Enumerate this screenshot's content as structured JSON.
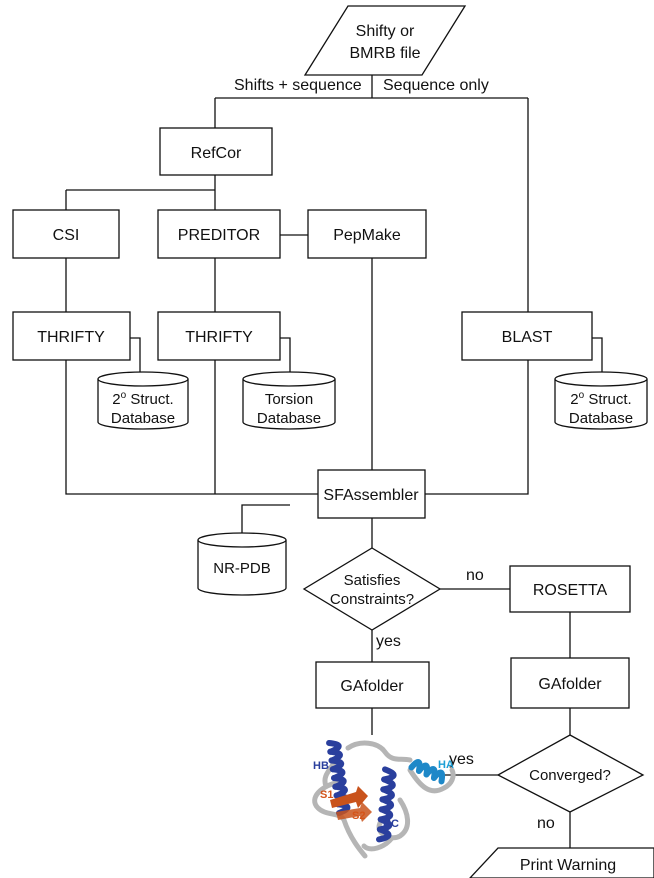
{
  "input": {
    "line1": "Shifty or",
    "line2": "BMRB file"
  },
  "edges": {
    "shifts_sequence": "Shifts + sequence",
    "sequence_only": "Sequence only",
    "no1": "no",
    "yes1": "yes",
    "yes2": "yes",
    "no2": "no"
  },
  "nodes": {
    "refcor": "RefCor",
    "csi": "CSI",
    "preditor": "PREDITOR",
    "pepmake": "PepMake",
    "thrifty1": "THRIFTY",
    "thrifty2": "THRIFTY",
    "blast": "BLAST",
    "sfassembler": "SFAssembler",
    "rosetta": "ROSETTA",
    "gafolder1": "GAfolder",
    "gafolder2": "GAfolder",
    "satisfies1": "Satisfies",
    "satisfies2": "Constraints?",
    "converged": "Converged?",
    "print_warning": "Print Warning"
  },
  "databases": {
    "db1_line1": "2",
    "db1_sup": "o",
    "db1_line1b": " Struct.",
    "db1_line2": "Database",
    "db2_line1": "Torsion",
    "db2_line2": "Database",
    "db3_line1": "2",
    "db3_sup": "o",
    "db3_line1b": " Struct.",
    "db3_line2": "Database",
    "nrpdb": "NR-PDB"
  },
  "protein_labels": {
    "hb": "HB",
    "ha": "HA",
    "s1": "S1",
    "s2": "S2",
    "hc": "HC"
  },
  "colors": {
    "helix": "#2a3f9d",
    "helix_light": "#1e88c8",
    "strand": "#c9531c",
    "loop": "#b5b5b5",
    "label_blue": "#2a3f9d",
    "label_cyan": "#1e9fd6",
    "label_orange": "#d4541a"
  }
}
